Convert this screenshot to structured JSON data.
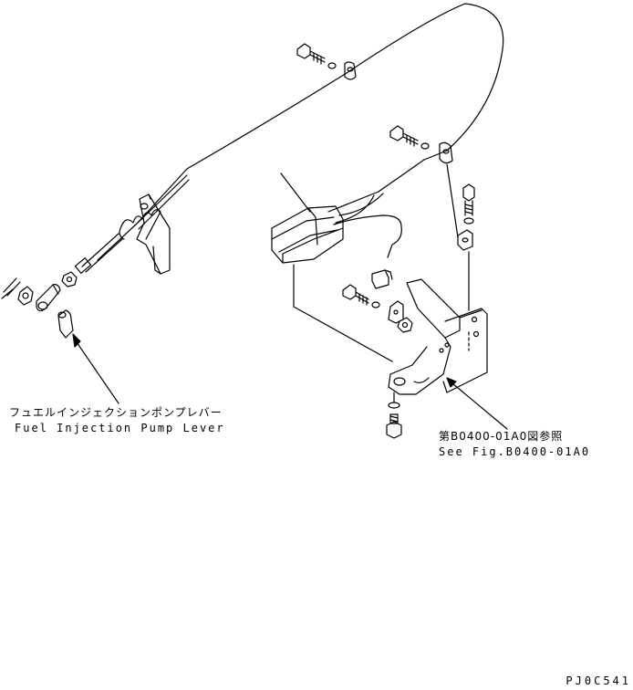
{
  "callouts": {
    "pump_lever_jp": "フュエルインジェクションポンプレバー",
    "pump_lever_en": "Fuel Injection Pump Lever",
    "reference_jp": "第B0400-01A0図参照",
    "reference_en": "See Fig.B0400-01A0"
  },
  "drawing_code": "PJ0C541"
}
